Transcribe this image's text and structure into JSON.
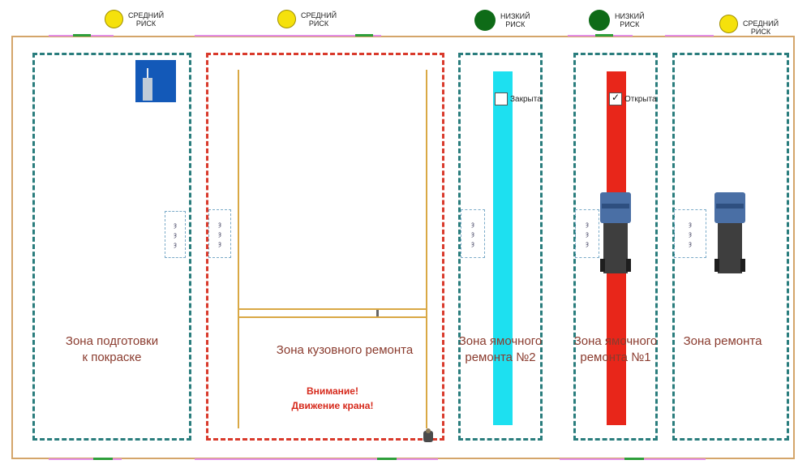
{
  "risks": [
    {
      "level_line1": "СРЕДНИЙ",
      "level_line2": "РИСК",
      "color": "#f5e10c"
    },
    {
      "level_line1": "СРЕДНИЙ",
      "level_line2": "РИСК",
      "color": "#f5e10c"
    },
    {
      "level_line1": "НИЗКИЙ",
      "level_line2": "РИСК",
      "color": "#0e6b17"
    },
    {
      "level_line1": "НИЗКИЙ",
      "level_line2": "РИСК",
      "color": "#0e6b17"
    },
    {
      "level_line1": "СРЕДНИЙ",
      "level_line2": "РИСК",
      "color": "#f5e10c"
    }
  ],
  "zones": {
    "paint_prep": {
      "line1": "Зона подготовки",
      "line2": "к покраске",
      "border": "#2a7d7d"
    },
    "body_repair": {
      "line1": "Зона кузовного ремонта",
      "border": "#d93a2c"
    },
    "pit2": {
      "line1": "Зона ямочного",
      "line2": "ремонта №2",
      "border": "#2a7d7d"
    },
    "pit1": {
      "line1": "Зона ямочного",
      "line2": "ремонта №1",
      "border": "#2a7d7d"
    },
    "repair": {
      "line1": "Зона ремонта",
      "border": "#2a7d7d"
    }
  },
  "pits": {
    "pit2": {
      "status_label": "Закрыта",
      "checked": false,
      "color": "#1de0f0"
    },
    "pit1": {
      "status_label": "Открыта",
      "checked": true,
      "color": "#e8261a"
    }
  },
  "crane_warning": {
    "line1": "Внимание!",
    "line2": "Движение крана!"
  },
  "sensor_glyph": "ȝ",
  "check_mark": "✓",
  "colors": {
    "wall": "#d4a56a",
    "rail": "#d9a845",
    "door": "#1359b8"
  }
}
